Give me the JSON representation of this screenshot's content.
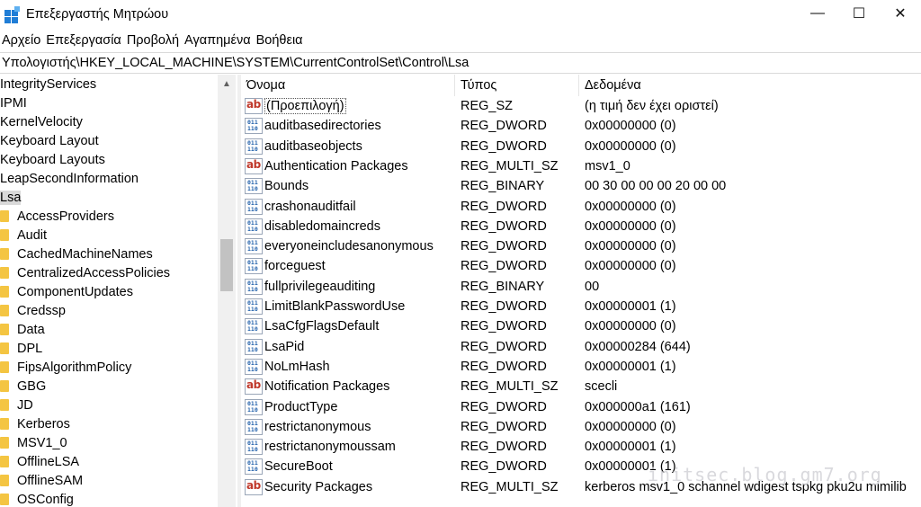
{
  "window": {
    "title": "Επεξεργαστής Μητρώου",
    "minimize": "—",
    "maximize": "☐",
    "close": "✕"
  },
  "menu": [
    "Αρχείο",
    "Επεξεργασία",
    "Προβολή",
    "Αγαπημένα",
    "Βοήθεια"
  ],
  "address": "Υπολογιστής\\HKEY_LOCAL_MACHINE\\SYSTEM\\CurrentControlSet\\Control\\Lsa",
  "tree": {
    "items": [
      {
        "label": "IntegrityServices",
        "folder": false
      },
      {
        "label": "IPMI",
        "folder": false
      },
      {
        "label": "KernelVelocity",
        "folder": false
      },
      {
        "label": "Keyboard Layout",
        "folder": false
      },
      {
        "label": "Keyboard Layouts",
        "folder": false
      },
      {
        "label": "LeapSecondInformation",
        "folder": false
      },
      {
        "label": "Lsa",
        "folder": false,
        "selected": true
      },
      {
        "label": "AccessProviders",
        "folder": true
      },
      {
        "label": "Audit",
        "folder": true
      },
      {
        "label": "CachedMachineNames",
        "folder": true
      },
      {
        "label": "CentralizedAccessPolicies",
        "folder": true
      },
      {
        "label": "ComponentUpdates",
        "folder": true
      },
      {
        "label": "Credssp",
        "folder": true
      },
      {
        "label": "Data",
        "folder": true
      },
      {
        "label": "DPL",
        "folder": true
      },
      {
        "label": "FipsAlgorithmPolicy",
        "folder": true
      },
      {
        "label": "GBG",
        "folder": true
      },
      {
        "label": "JD",
        "folder": true
      },
      {
        "label": "Kerberos",
        "folder": true
      },
      {
        "label": "MSV1_0",
        "folder": true
      },
      {
        "label": "OfflineLSA",
        "folder": true
      },
      {
        "label": "OfflineSAM",
        "folder": true
      },
      {
        "label": "OSConfig",
        "folder": true
      }
    ],
    "scroll_up": "▲"
  },
  "columns": {
    "name": "Όνομα",
    "type": "Τύπος",
    "data": "Δεδομένα"
  },
  "values": [
    {
      "icon": "ab",
      "name": "(Προεπιλογή)",
      "type": "REG_SZ",
      "data": "(η τιμή δεν έχει οριστεί)",
      "default": true
    },
    {
      "icon": "bin",
      "name": "auditbasedirectories",
      "type": "REG_DWORD",
      "data": "0x00000000 (0)"
    },
    {
      "icon": "bin",
      "name": "auditbaseobjects",
      "type": "REG_DWORD",
      "data": "0x00000000 (0)"
    },
    {
      "icon": "ab",
      "name": "Authentication Packages",
      "type": "REG_MULTI_SZ",
      "data": "msv1_0"
    },
    {
      "icon": "bin",
      "name": "Bounds",
      "type": "REG_BINARY",
      "data": "00 30 00 00 00 20 00 00"
    },
    {
      "icon": "bin",
      "name": "crashonauditfail",
      "type": "REG_DWORD",
      "data": "0x00000000 (0)"
    },
    {
      "icon": "bin",
      "name": "disabledomaincreds",
      "type": "REG_DWORD",
      "data": "0x00000000 (0)"
    },
    {
      "icon": "bin",
      "name": "everyoneincludesanonymous",
      "type": "REG_DWORD",
      "data": "0x00000000 (0)"
    },
    {
      "icon": "bin",
      "name": "forceguest",
      "type": "REG_DWORD",
      "data": "0x00000000 (0)"
    },
    {
      "icon": "bin",
      "name": "fullprivilegeauditing",
      "type": "REG_BINARY",
      "data": "00"
    },
    {
      "icon": "bin",
      "name": "LimitBlankPasswordUse",
      "type": "REG_DWORD",
      "data": "0x00000001 (1)"
    },
    {
      "icon": "bin",
      "name": "LsaCfgFlagsDefault",
      "type": "REG_DWORD",
      "data": "0x00000000 (0)"
    },
    {
      "icon": "bin",
      "name": "LsaPid",
      "type": "REG_DWORD",
      "data": "0x00000284 (644)"
    },
    {
      "icon": "bin",
      "name": "NoLmHash",
      "type": "REG_DWORD",
      "data": "0x00000001 (1)"
    },
    {
      "icon": "ab",
      "name": "Notification Packages",
      "type": "REG_MULTI_SZ",
      "data": "scecli"
    },
    {
      "icon": "bin",
      "name": "ProductType",
      "type": "REG_DWORD",
      "data": "0x000000a1 (161)"
    },
    {
      "icon": "bin",
      "name": "restrictanonymous",
      "type": "REG_DWORD",
      "data": "0x00000000 (0)"
    },
    {
      "icon": "bin",
      "name": "restrictanonymoussam",
      "type": "REG_DWORD",
      "data": "0x00000001 (1)"
    },
    {
      "icon": "bin",
      "name": "SecureBoot",
      "type": "REG_DWORD",
      "data": "0x00000001 (1)"
    },
    {
      "icon": "ab",
      "name": "Security Packages",
      "type": "REG_MULTI_SZ",
      "data": "kerberos msv1_0 schannel wdigest tspkg pku2u mimilib"
    }
  ],
  "icon_text": {
    "ab": "ab",
    "bin": "011\n110"
  },
  "watermark": "initsec.blog.gm7.org"
}
